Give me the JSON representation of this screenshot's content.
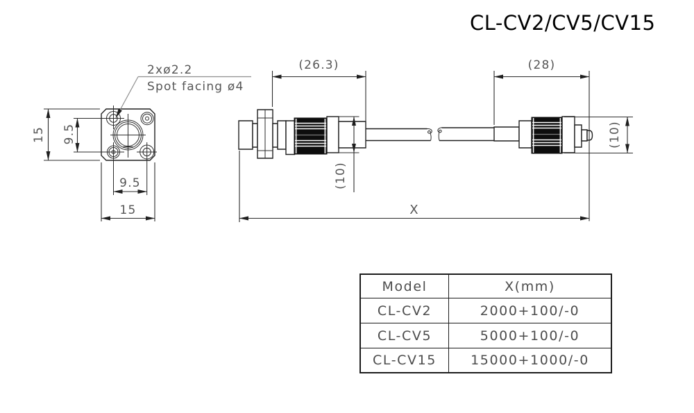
{
  "title": "CL-CV2/CV5/CV15",
  "front_view": {
    "hole_note_line1": "2xø2.2",
    "hole_note_line2": "Spot facing ø4",
    "dim_flange_height": "15",
    "dim_hole_pitch_vertical": "9.5",
    "dim_hole_pitch_horizontal": "9.5",
    "dim_flange_width": "15"
  },
  "side_view": {
    "dim_left_connector_length": "(26.3)",
    "dim_right_connector_length": "(28)",
    "dim_left_connector_diameter": "(10)",
    "dim_right_connector_diameter": "(10)",
    "dim_overall_length": "X"
  },
  "table": {
    "headers": [
      "Model",
      "X(mm)"
    ],
    "rows": [
      {
        "model": "CL-CV2",
        "x_mm": "2000+100/-0"
      },
      {
        "model": "CL-CV5",
        "x_mm": "5000+100/-0"
      },
      {
        "model": "CL-CV15",
        "x_mm": "15000+1000/-0"
      }
    ]
  },
  "colors": {
    "line": "#1f1f1f",
    "dim_text": "#565656",
    "leader": "#8f8f8f",
    "knurl": "#0d0d0d",
    "background": "#ffffff"
  }
}
